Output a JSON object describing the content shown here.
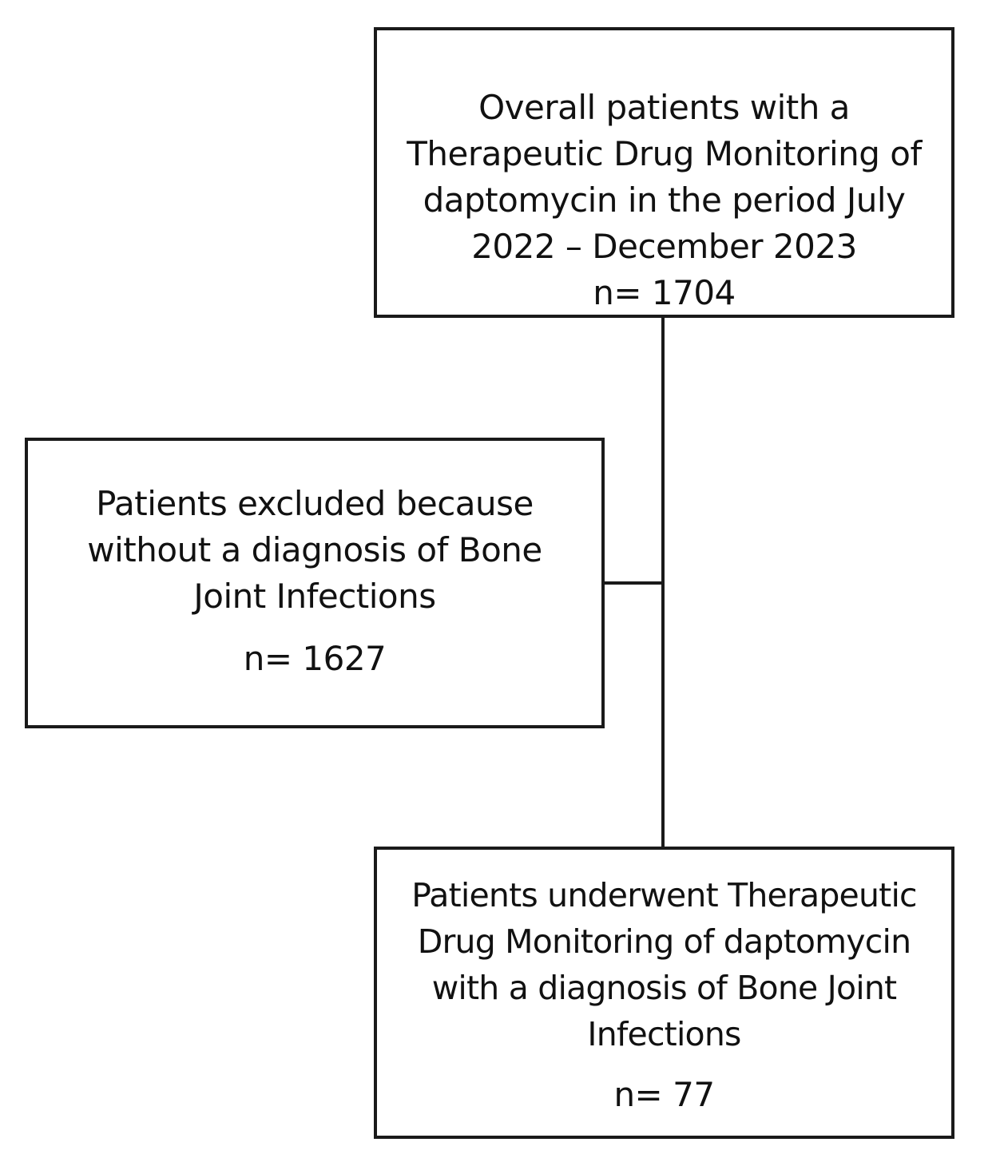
{
  "flowchart": {
    "top_box": {
      "lines": [
        "Overall patients with a",
        "Therapeutic Drug Monitoring of",
        "daptomycin in the period July",
        "2022 – December 2023"
      ],
      "count": "n= 1704"
    },
    "excluded_box": {
      "lines": [
        "Patients excluded because",
        "without a diagnosis of Bone",
        "Joint Infections"
      ],
      "count": "n= 1627"
    },
    "final_box": {
      "lines": [
        "Patients underwent Therapeutic",
        "Drug Monitoring of daptomycin",
        "with a diagnosis of Bone Joint",
        "Infections"
      ],
      "count": "n= 77"
    }
  }
}
